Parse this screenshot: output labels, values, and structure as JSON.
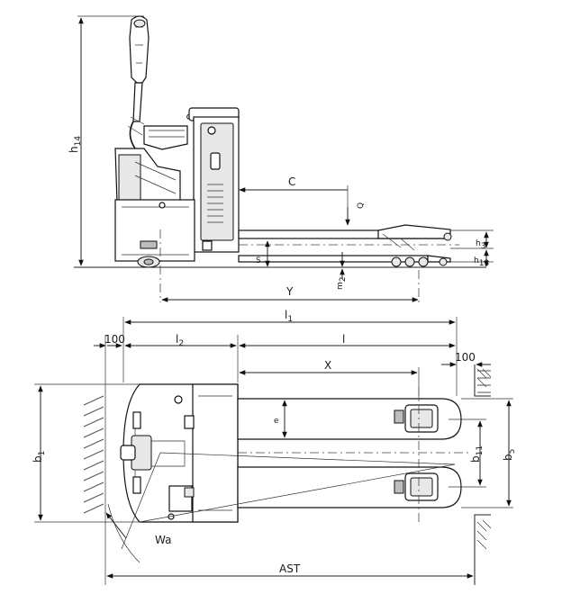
{
  "labels": {
    "h14": "h",
    "h14_sub": "14",
    "c": "C",
    "q": "Q",
    "h3": "h",
    "h3_sub": "3",
    "h13": "h",
    "h13_sub": "13",
    "s": "S",
    "m2": "m",
    "m2_sub": "2",
    "y": "Y",
    "l1": "l",
    "l1_sub": "1",
    "clearance_left": "100",
    "l2": "l",
    "l2_sub": "2",
    "l": "l",
    "x": "X",
    "clearance_right": "100",
    "e": "e",
    "b1": "b",
    "b1_sub": "1",
    "b11": "b",
    "b11_sub": "11",
    "b5": "b",
    "b5_sub": "5",
    "wa": "Wa",
    "ast": "AST"
  }
}
